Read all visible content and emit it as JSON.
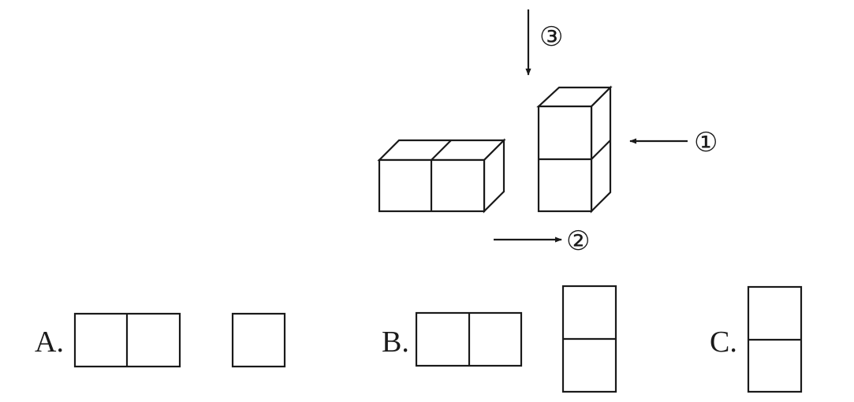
{
  "view_markers": {
    "view1": "①",
    "view2": "②",
    "view3": "③"
  },
  "options": {
    "a": "A.",
    "b": "B.",
    "c": "C."
  },
  "colors": {
    "ink": "#1a1a1a",
    "paper": "#ffffff"
  }
}
